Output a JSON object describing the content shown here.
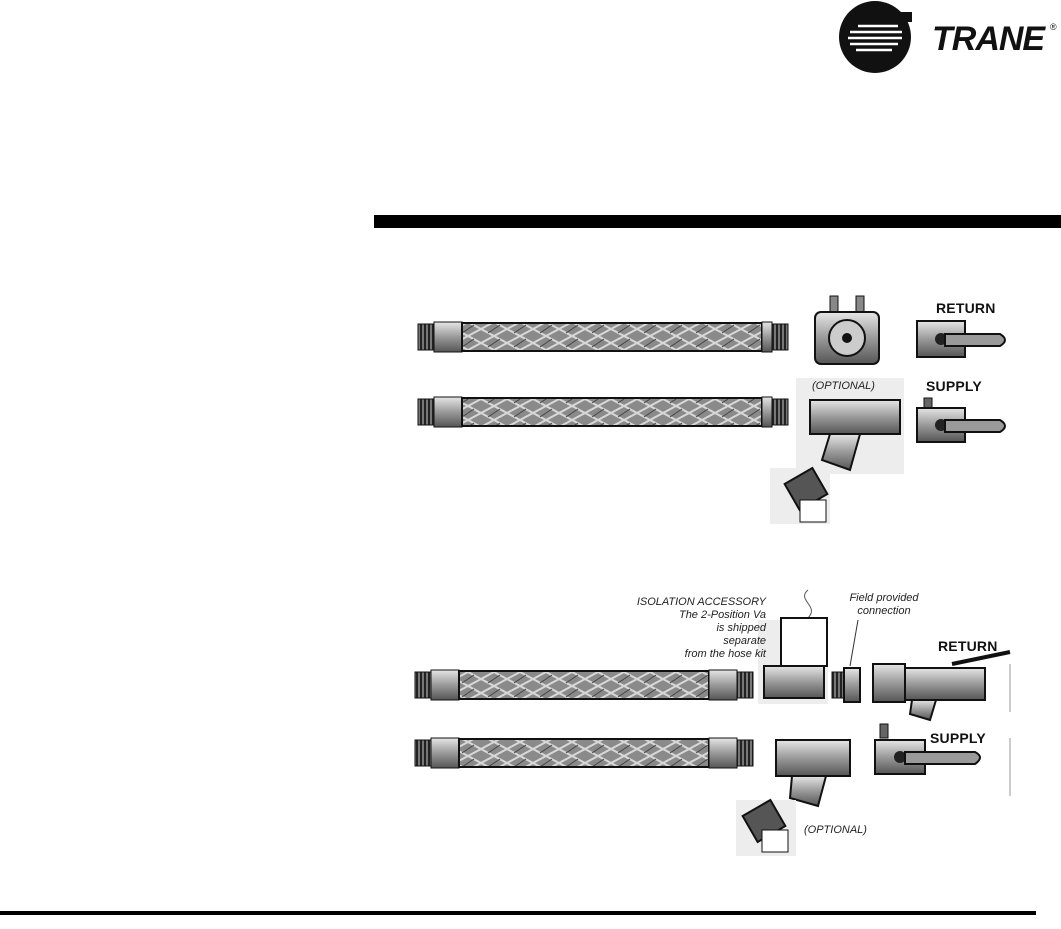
{
  "brand": {
    "name": "TRANE",
    "trademark": "®"
  },
  "diagram_top": {
    "return_label": "RETURN",
    "supply_label": "SUPPLY",
    "optional_label": "(OPTIONAL)"
  },
  "diagram_bottom": {
    "isolation_note": [
      "ISOLATION ACCESSORY",
      "The 2-Position Va",
      "is shipped",
      "separate",
      "from the hose kit"
    ],
    "field_note": [
      "Field provided",
      "connection"
    ],
    "return_label": "RETURN",
    "supply_label": "SUPPLY",
    "optional_label": "(OPTIONAL)"
  }
}
